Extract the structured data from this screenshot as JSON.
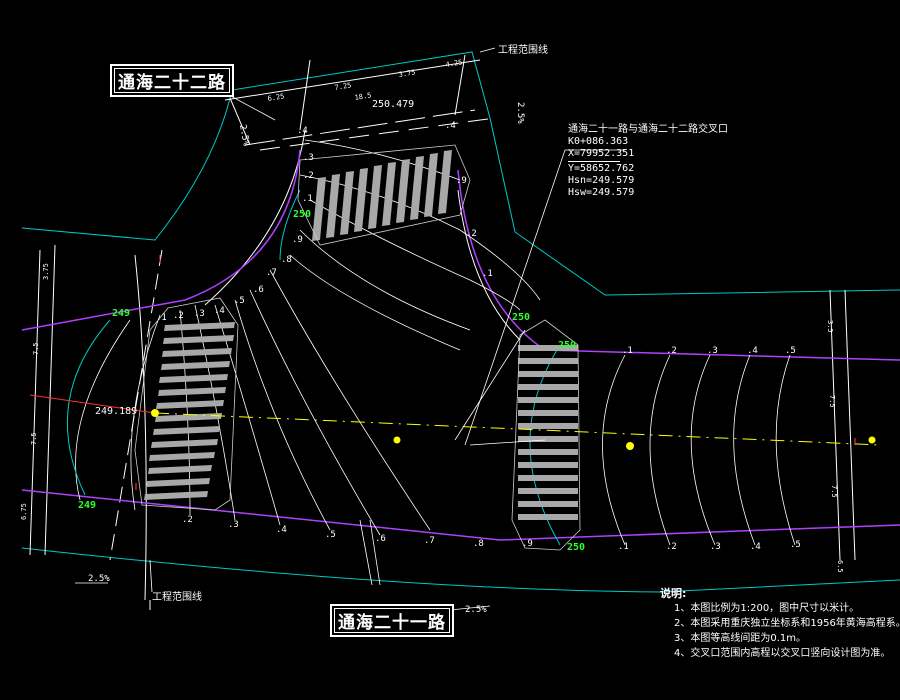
{
  "road_labels": {
    "road_22": "通海二十二路",
    "road_21": "通海二十一路"
  },
  "boundary_labels": {
    "top": "工程范围线",
    "bottom": "工程范围线"
  },
  "intersection_info": {
    "title": "通海二十一路与通海二十二路交叉口",
    "k": "K0+086.363",
    "x": "X=79952.351",
    "y": "Y=58652.762",
    "h1": "Hsn=249.579",
    "h2": "Hsw=249.579"
  },
  "elevations": {
    "top_road": "250.479",
    "left_road": "249.189"
  },
  "contour_majors": {
    "c250_upper": "250",
    "c250_mid": "250",
    "c250_right": "250",
    "c250_bottom": "250",
    "c249_upper": "249",
    "c249_lower": "249"
  },
  "slopes": {
    "top_right": "2.5%",
    "top_left": "2.5%",
    "bottom_left": "2.5%",
    "bottom_mid": "2.5%"
  },
  "top_dims": [
    "6.25",
    "7.25",
    "3.75",
    "4.25",
    "18.5"
  ],
  "left_dims": [
    "3.75",
    "7.5",
    "7.5",
    "6.75"
  ],
  "right_dims": [
    "3.5",
    "7.5",
    "7.5",
    "6.5"
  ],
  "contour_ticks": {
    "top_road": [
      ".4",
      ".4",
      ".3",
      ".2",
      ".1",
      ".9",
      ".2",
      ".1"
    ],
    "left_top": [
      ".1",
      ".2",
      ".3",
      ".4",
      ".5",
      ".6",
      ".7",
      ".8",
      ".9"
    ],
    "right_top": [
      ".1",
      ".2",
      ".3",
      ".4",
      ".5"
    ],
    "bottom": [
      ".2",
      ".3",
      ".4",
      ".5",
      ".6",
      ".7",
      ".8",
      ".9",
      ".1",
      ".2",
      ".3",
      ".4",
      ".5"
    ]
  },
  "notes": {
    "title": "说明:",
    "lines": [
      "1、本图比例为1:200，图中尺寸以米计。",
      "2、本图采用重庆独立坐标系和1956年黄海高程系。",
      "3、本图等高线间距为0.1m。",
      "4、交叉口范围内高程以交叉口竖向设计图为准。"
    ]
  },
  "colors": {
    "background": "#000000",
    "edge_line": "#00c8c8",
    "road_line": "#ffffff",
    "curb_line": "#b040ff",
    "contour_major": "#30ff30",
    "center_line": "#ffff00",
    "zebra": "#a8a8a8"
  }
}
